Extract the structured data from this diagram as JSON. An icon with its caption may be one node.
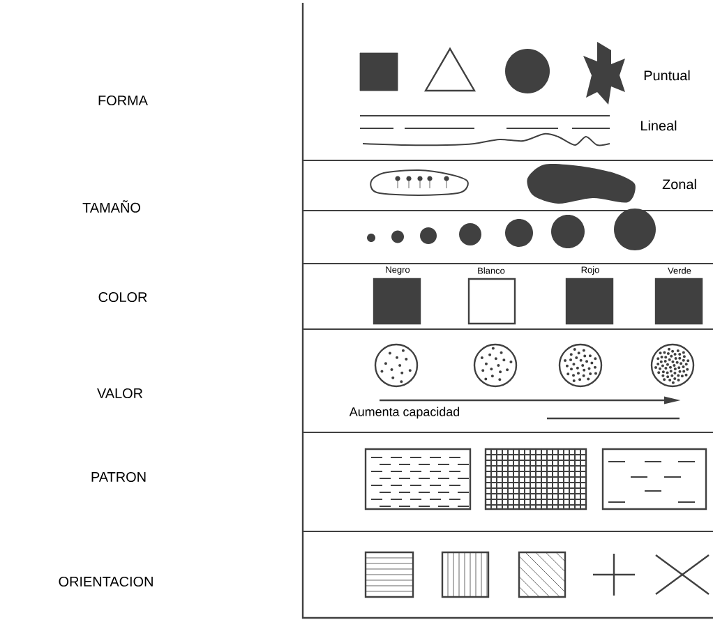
{
  "diagram": {
    "labels": [
      "FORMA",
      "Puntual",
      "Lineal",
      "TAMAÑO",
      "Zonal",
      "COLOR",
      "Negro",
      "Blanco",
      "Rojo",
      "Verde",
      "VALOR",
      "Aumenta capacidad",
      "PATRON",
      "ORIENTACION"
    ]
  }
}
